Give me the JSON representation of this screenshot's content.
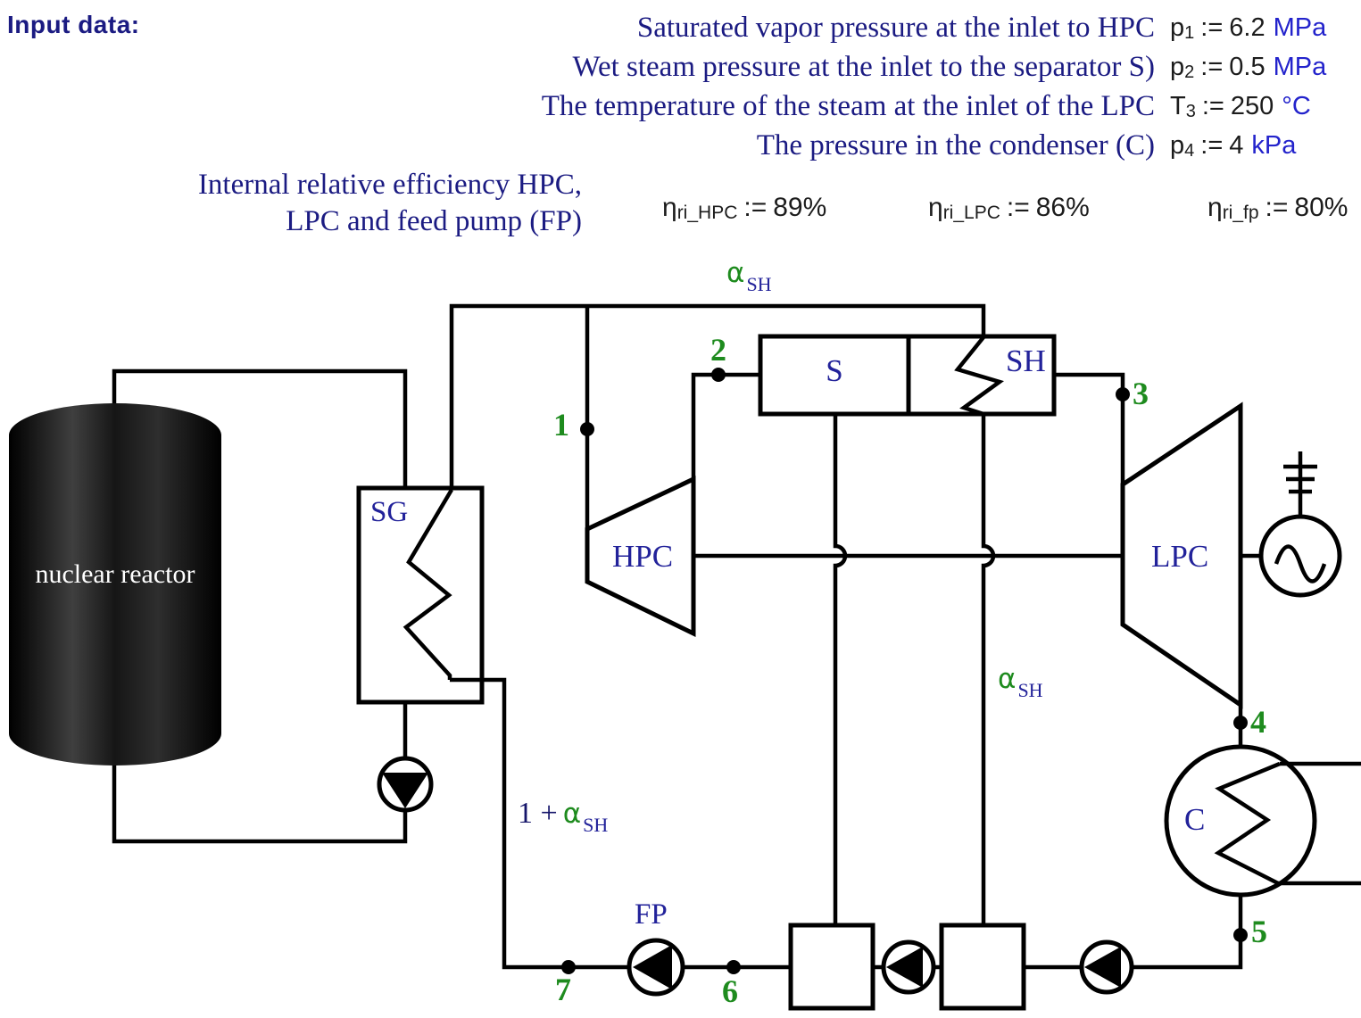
{
  "header": {
    "input_data_label": "Input data:",
    "params": [
      {
        "desc": "Saturated vapor pressure at the inlet to HPC",
        "var": "p",
        "sub": "1",
        "op": ":=",
        "value": "6.2",
        "unit": "MPa"
      },
      {
        "desc": "Wet steam pressure at the inlet to the separator S)",
        "var": "p",
        "sub": "2",
        "op": ":=",
        "value": "0.5",
        "unit": "MPa"
      },
      {
        "desc": "The temperature of the steam at the inlet of the LPC",
        "var": "T",
        "sub": "3",
        "op": ":=",
        "value": "250",
        "unit": "°C"
      },
      {
        "desc": "The pressure in the condenser (C)",
        "var": "p",
        "sub": "4",
        "op": ":=",
        "value": "4",
        "unit": "kPa"
      }
    ],
    "efficiency": {
      "desc_line1": "Internal relative efficiency HPC,",
      "desc_line2": "LPC and feed pump (FP)",
      "items": [
        {
          "var": "η",
          "sub": "ri_HPC",
          "op": ":=",
          "value": "89%"
        },
        {
          "var": "η",
          "sub": "ri_LPC",
          "op": ":=",
          "value": "86%"
        },
        {
          "var": "η",
          "sub": "ri_fp",
          "op": ":=",
          "value": "80%"
        }
      ]
    }
  },
  "diagram": {
    "components": {
      "reactor": "nuclear reactor",
      "sg": "SG",
      "separator": "S",
      "superheater": "SH",
      "hpc": "HPC",
      "lpc": "LPC",
      "condenser": "C",
      "feed_pump": "FP"
    },
    "state_points": {
      "p1": "1",
      "p2": "2",
      "p3": "3",
      "p4": "4",
      "p5": "5",
      "p6": "6",
      "p7": "7"
    },
    "flow_labels": {
      "alpha": "α",
      "alpha_sub": "SH",
      "one_plus": "1 +"
    }
  },
  "colors": {
    "header_navy": "#1b1b82",
    "label_navy": "#22229a",
    "unit_blue": "#2323cc",
    "value_black": "#1c1c1c",
    "green": "#1e8b1e",
    "line_black": "#000000",
    "reactor_text": "#ffffff"
  }
}
